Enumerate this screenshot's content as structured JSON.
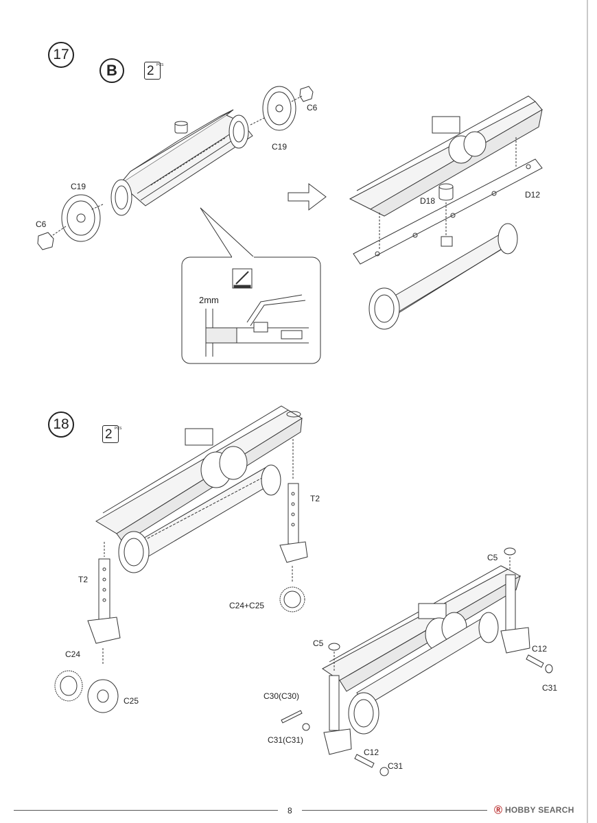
{
  "steps": [
    {
      "number": "17",
      "subassembly": "B",
      "qty": "2",
      "qty_unit": "PCS",
      "labels": {
        "c6_top": "C6",
        "c19_top": "C19",
        "c19_left": "C19",
        "c6_left": "C6",
        "d18": "D18",
        "d12": "D12"
      },
      "detail": {
        "measure": "2mm",
        "icon": "cement-brush-icon"
      }
    },
    {
      "number": "18",
      "qty": "2",
      "qty_unit": "PCS",
      "labels": {
        "t2_right": "T2",
        "t2_left": "T2",
        "c24c25": "C24+C25",
        "c24": "C24",
        "c25": "C25",
        "c5_top": "C5",
        "c12_right": "C12",
        "c31_right": "C31",
        "c5_mid": "C5",
        "c30": "C30(C30)",
        "c31c31": "C31(C31)",
        "c12_bottom": "C12",
        "c31_bottom": "C31"
      }
    }
  ],
  "page_number": "8",
  "watermark": {
    "prefix": "Ⓡ",
    "brand": "HOBBY SEARCH"
  },
  "colors": {
    "line": "#333333",
    "fill": "#f2f2f2",
    "shade": "#d9d9d9"
  }
}
